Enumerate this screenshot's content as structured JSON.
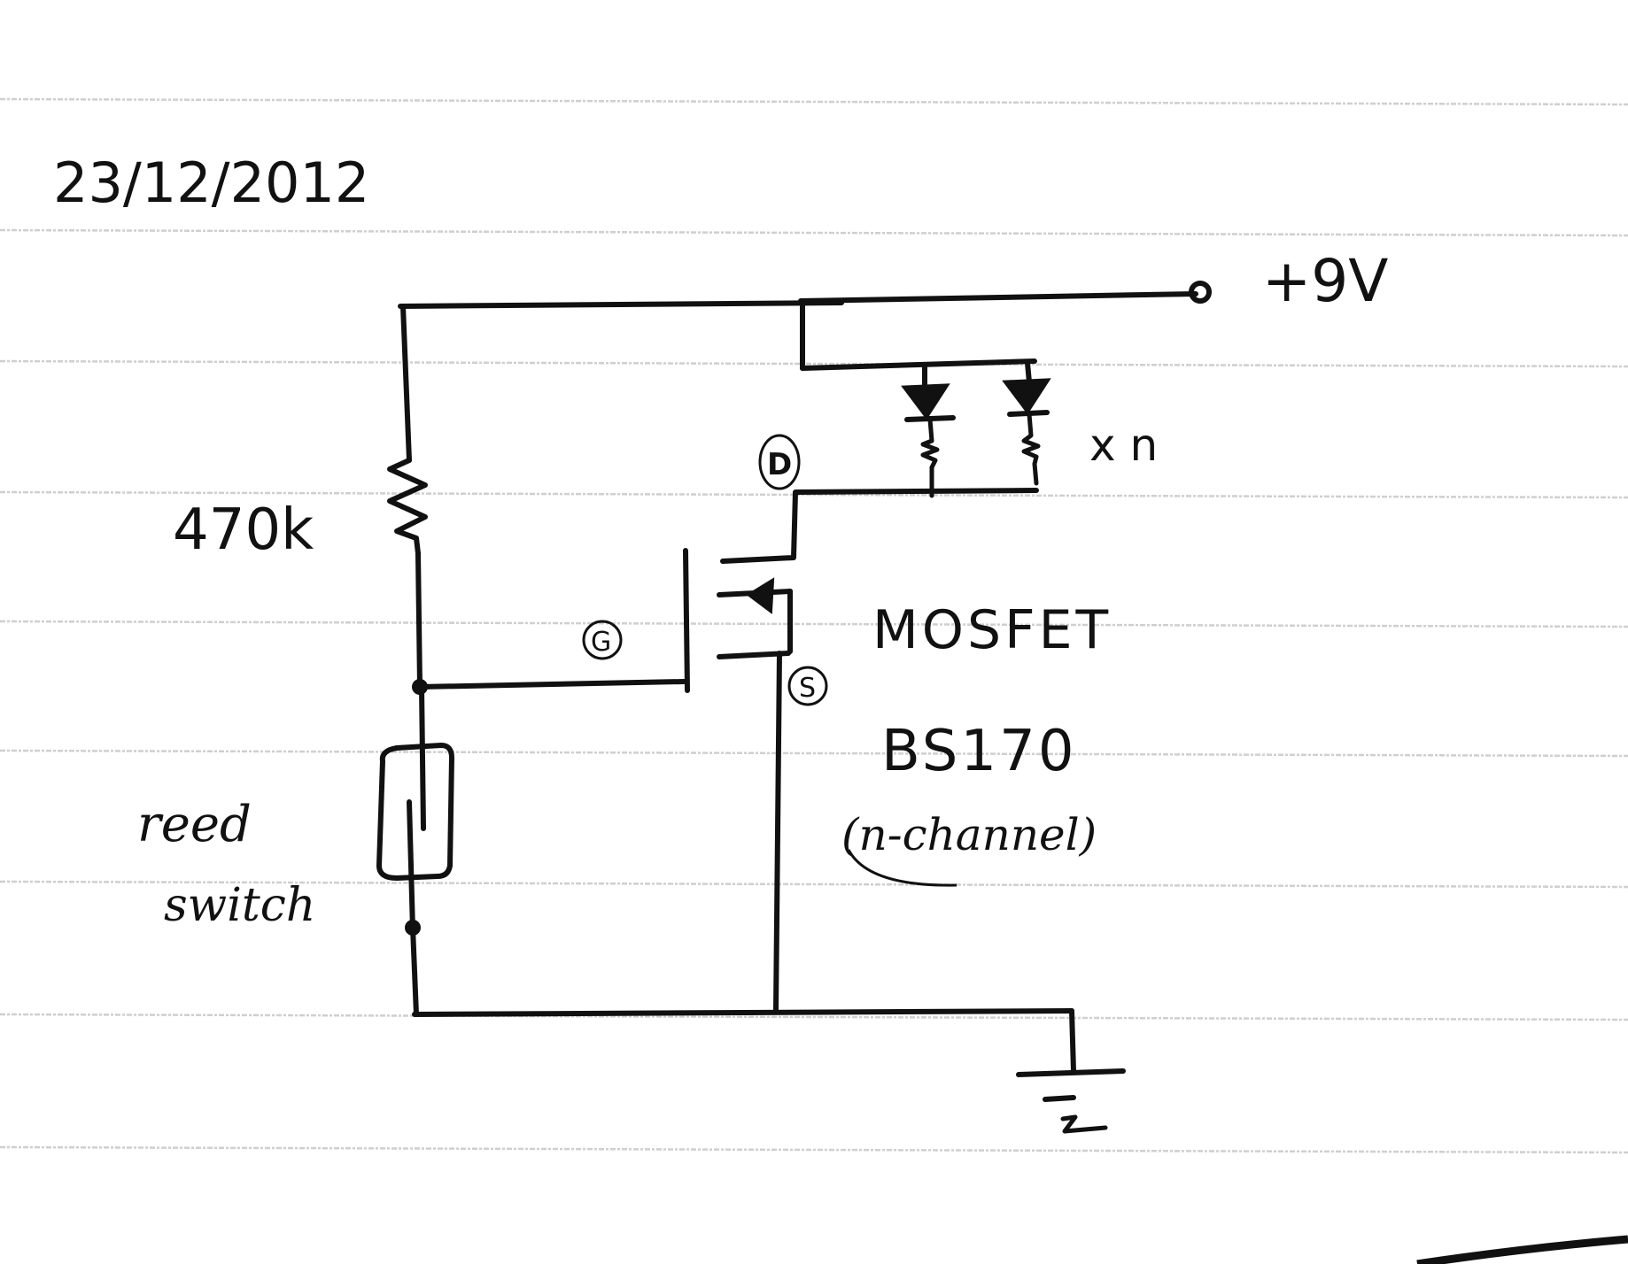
{
  "page": {
    "date": "23/12/2012",
    "background": "#ffffff",
    "ink_color": "#111111",
    "rule_color": "#cfcfcf"
  },
  "schematic": {
    "supply": {
      "label": "+9V"
    },
    "resistor": {
      "label": "470k"
    },
    "reed_switch": {
      "label_line1": "reed",
      "label_line2": "switch"
    },
    "led_array": {
      "multiplier_label": "x n",
      "shown_count": 2
    },
    "mosfet": {
      "type_label": "MOSFET",
      "part_label": "BS170",
      "channel_label": "(n-channel)",
      "pins": {
        "drain": "D",
        "gate": "G",
        "source": "S"
      }
    },
    "ground": {
      "symbol": "ground-icon"
    }
  }
}
